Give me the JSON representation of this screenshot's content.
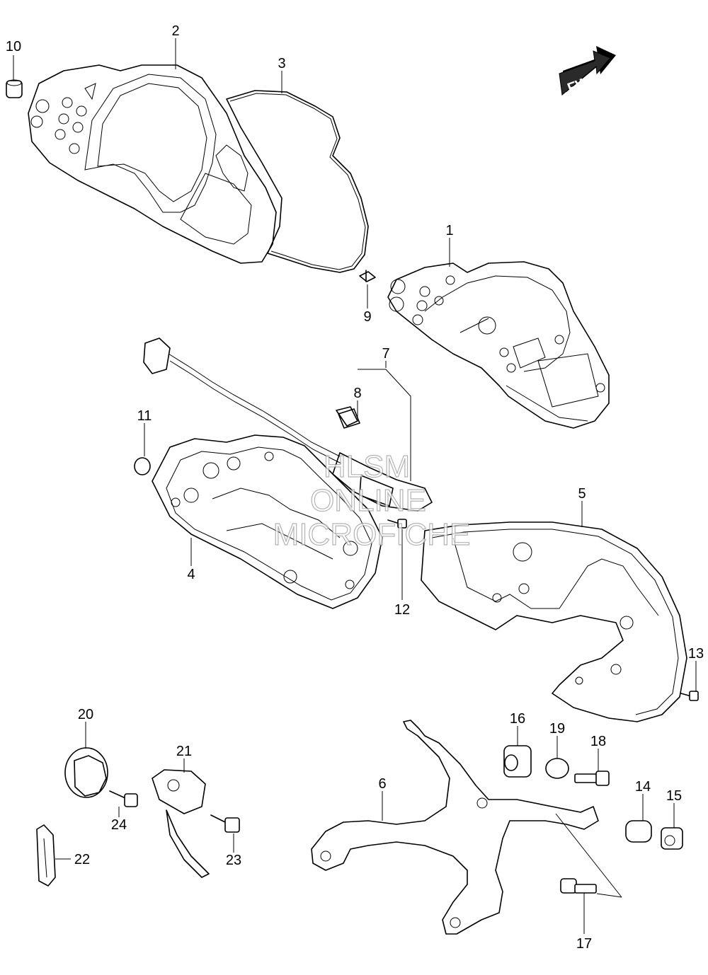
{
  "fwd_label": "FWD",
  "watermark": {
    "line1": "HLSM",
    "line2": "ONLINE",
    "line3": "MICROFICHE"
  },
  "parts": {
    "p1": "1",
    "p2": "2",
    "p3": "3",
    "p4": "4",
    "p5": "5",
    "p6": "6",
    "p7": "7",
    "p8": "8",
    "p9": "9",
    "p10": "10",
    "p11": "11",
    "p12": "12",
    "p13": "13",
    "p14": "14",
    "p15": "15",
    "p16": "16",
    "p17": "17",
    "p18": "18",
    "p19": "19",
    "p20": "20",
    "p21": "21",
    "p22": "22",
    "p23": "23",
    "p24": "24"
  }
}
